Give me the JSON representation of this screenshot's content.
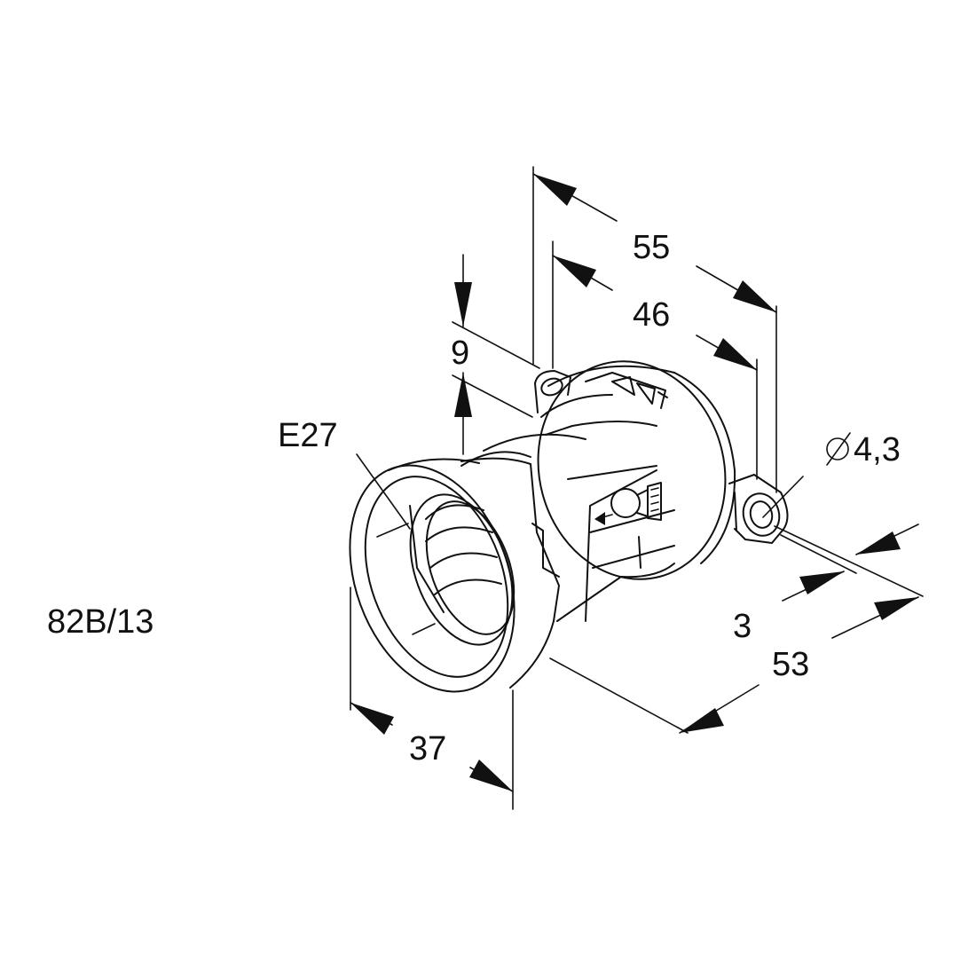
{
  "part_number": "82B/13",
  "labels": {
    "socket_type": "E27",
    "dim_overall_length": "55",
    "dim_hole_spacing": "46",
    "dim_flange": "9",
    "dim_hole_diameter": "4,3",
    "dim_ring_width": "3",
    "dim_depth": "53",
    "dim_front_diameter": "37"
  },
  "icons": {
    "diameter_symbol": "diameter-icon",
    "lamp_symbol": "bulb-icon"
  }
}
